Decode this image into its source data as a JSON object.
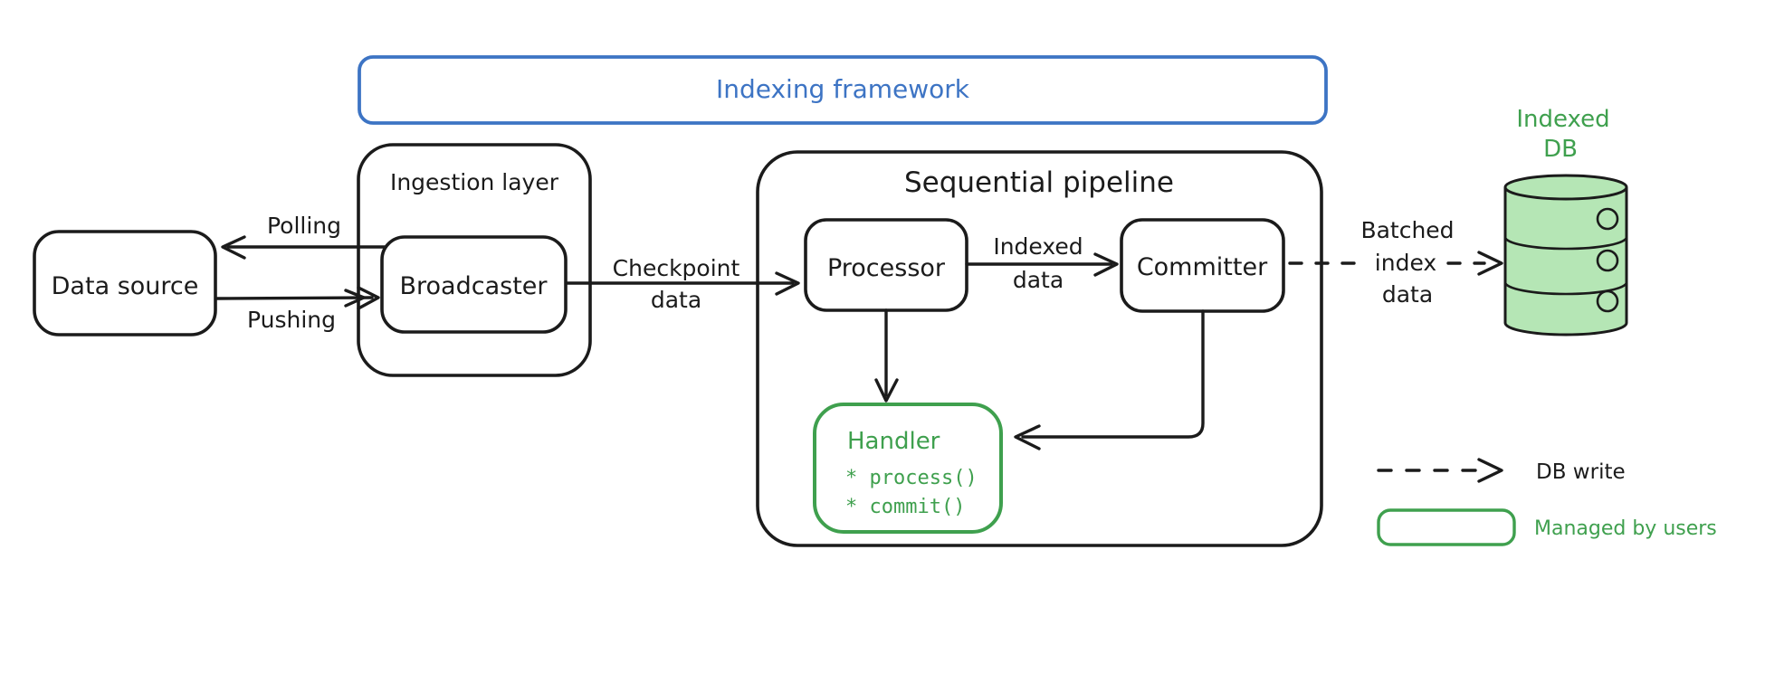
{
  "colors": {
    "ink": "#1b1b1b",
    "blue": "#3d74c4",
    "green": "#3fa04e",
    "green_fill": "#b5e6b5",
    "background": "#ffffff"
  },
  "frame": {
    "title": "Indexing framework"
  },
  "ingestion": {
    "title": "Ingestion layer",
    "broadcaster_label": "Broadcaster"
  },
  "data_source": {
    "label": "Data source"
  },
  "pipeline": {
    "title": "Sequential pipeline",
    "processor_label": "Processor",
    "committer_label": "Committer",
    "handler": {
      "title": "Handler",
      "methods": [
        "* process()",
        "* commit()"
      ]
    }
  },
  "arrows": {
    "polling": "Polling",
    "pushing": "Pushing",
    "checkpoint": [
      "Checkpoint",
      "data"
    ],
    "indexed": [
      "Indexed",
      "data"
    ],
    "batched": [
      "Batched",
      "index",
      "data"
    ]
  },
  "db": {
    "label_line1": "Indexed",
    "label_line2": "DB"
  },
  "legend": {
    "db_write": "DB write",
    "managed_by_users": "Managed by users"
  }
}
